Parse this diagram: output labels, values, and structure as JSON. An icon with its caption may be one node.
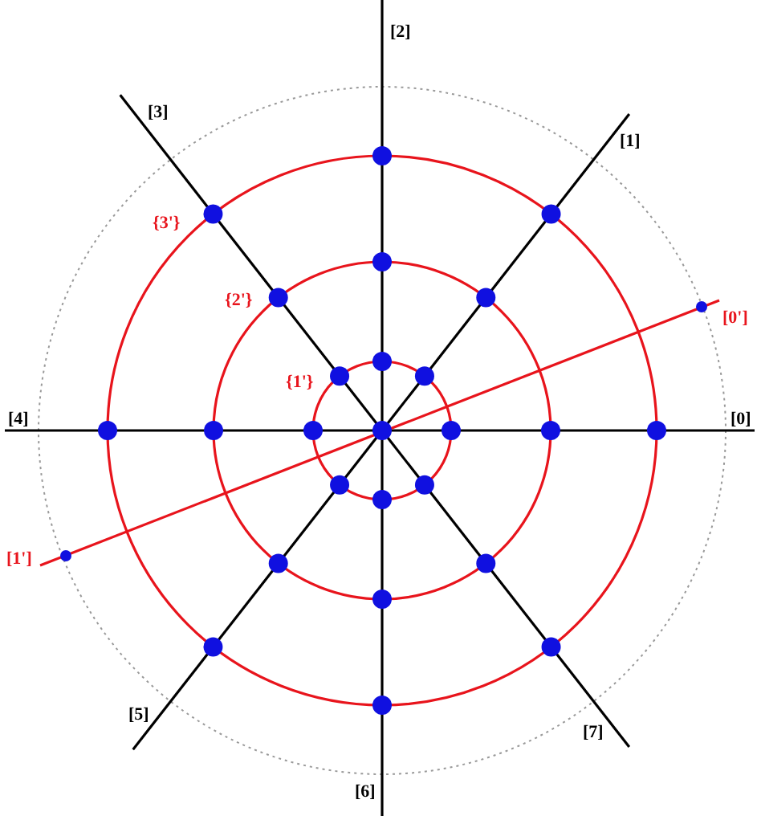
{
  "diagram": {
    "labels": [
      "[2]",
      "[3]",
      "[1]",
      "{3'}",
      "{2'}",
      "[0']",
      "{1'}",
      "[4]",
      "[0]",
      "[1']",
      "[5]",
      "[7]",
      "[6]"
    ]
  }
}
